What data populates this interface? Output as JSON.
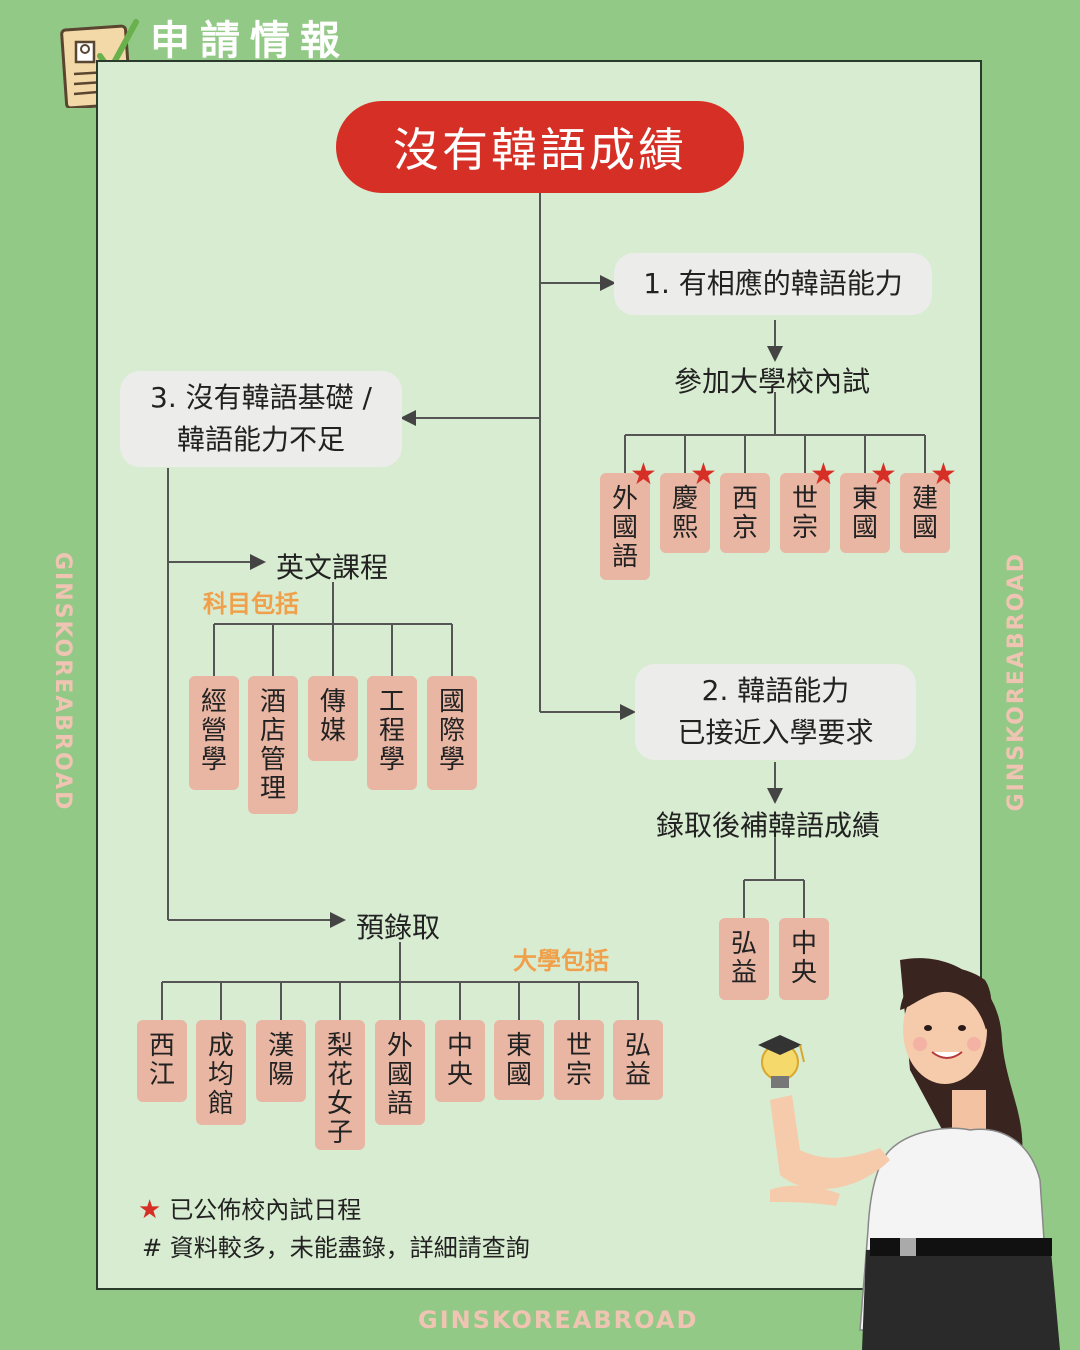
{
  "header": {
    "title": "申請情報",
    "icon": "clipboard-check-icon"
  },
  "brand": {
    "left": "GINSKOREABROAD",
    "right": "GINSKOREABROAD",
    "bottom": "GINSKOREABROAD"
  },
  "root": "沒有韓語成績",
  "option1": {
    "title": "1. 有相應的韓語能力",
    "sub": "參加大學校內試",
    "schools": [
      "外\n國\n語",
      "慶\n熙",
      "西\n京",
      "世\n宗",
      "東\n國",
      "建\n國"
    ],
    "starred": [
      true,
      true,
      false,
      true,
      true,
      true
    ]
  },
  "option2": {
    "title": "2. 韓語能力\n已接近入學要求",
    "sub": "錄取後補韓語成績",
    "schools": [
      "弘\n益",
      "中\n央"
    ]
  },
  "option3": {
    "title": "3. 沒有韓語基礎 /\n韓語能力不足",
    "english": {
      "label": "英文課程",
      "subjects_label": "科目包括",
      "subjects": [
        "經\n營\n學",
        "酒\n店\n管\n理",
        "傳\n媒",
        "工\n程\n學",
        "國\n際\n學"
      ]
    },
    "conditional": {
      "label": "預錄取",
      "schools_label": "大學包括",
      "schools": [
        "西\n江",
        "成\n均\n館",
        "漢\n陽",
        "梨\n花\n女\n子",
        "外\n國\n語",
        "中\n央",
        "東\n國",
        "世\n宗",
        "弘\n益"
      ]
    }
  },
  "legend": {
    "star_text": "已公佈校內試日程",
    "note": "# 資料較多，未能盡錄，詳細請查詢"
  },
  "colors": {
    "background": "#93c986",
    "panel": "#d8ecd1",
    "accent_red": "#d62f26",
    "tag": "#e8b6a3",
    "option_box": "#ececea",
    "orange_label": "#f0a04a"
  }
}
